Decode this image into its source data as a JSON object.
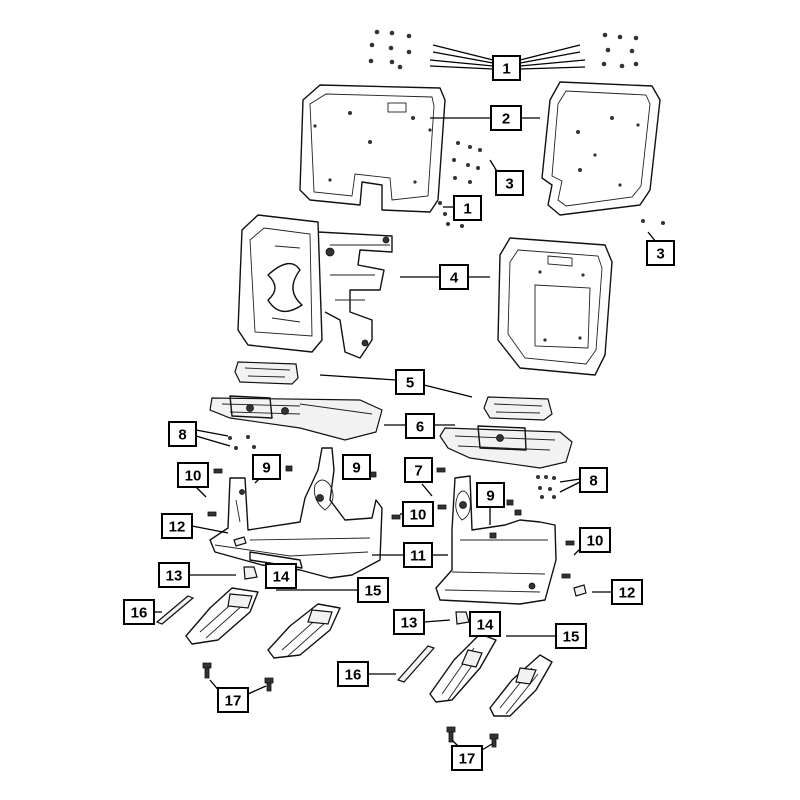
{
  "colors": {
    "line": "#000000",
    "background": "#ffffff"
  },
  "callouts": [
    {
      "id": "c1a",
      "label": "1"
    },
    {
      "id": "c2",
      "label": "2"
    },
    {
      "id": "c3a",
      "label": "3"
    },
    {
      "id": "c1b",
      "label": "1"
    },
    {
      "id": "c3b",
      "label": "3"
    },
    {
      "id": "c4",
      "label": "4"
    },
    {
      "id": "c5",
      "label": "5"
    },
    {
      "id": "c8a",
      "label": "8"
    },
    {
      "id": "c6",
      "label": "6"
    },
    {
      "id": "c10a",
      "label": "10"
    },
    {
      "id": "c9a",
      "label": "9"
    },
    {
      "id": "c9b",
      "label": "9"
    },
    {
      "id": "c7",
      "label": "7"
    },
    {
      "id": "c8b",
      "label": "8"
    },
    {
      "id": "c9c",
      "label": "9"
    },
    {
      "id": "c10b",
      "label": "10"
    },
    {
      "id": "c12a",
      "label": "12"
    },
    {
      "id": "c11",
      "label": "11"
    },
    {
      "id": "c10c",
      "label": "10"
    },
    {
      "id": "c13a",
      "label": "13"
    },
    {
      "id": "c14a",
      "label": "14"
    },
    {
      "id": "c15a",
      "label": "15"
    },
    {
      "id": "c12b",
      "label": "12"
    },
    {
      "id": "c16a",
      "label": "16"
    },
    {
      "id": "c13b",
      "label": "13"
    },
    {
      "id": "c14b",
      "label": "14"
    },
    {
      "id": "c15b",
      "label": "15"
    },
    {
      "id": "c16b",
      "label": "16"
    },
    {
      "id": "c17a",
      "label": "17"
    },
    {
      "id": "c17b",
      "label": "17"
    }
  ]
}
